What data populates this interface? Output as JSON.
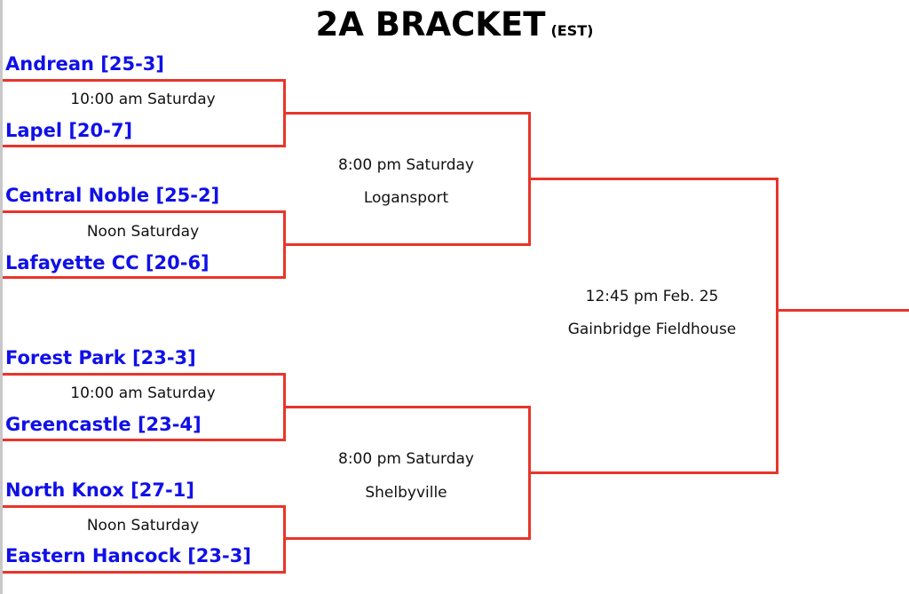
{
  "title": "2A BRACKET",
  "title_note": "(EST)",
  "round1": [
    {
      "team1": "Andrean [25-3]",
      "time": "10:00 am Saturday",
      "team2": "Lapel [20-7]"
    },
    {
      "team1": "Central Noble [25-2]",
      "time": "Noon Saturday",
      "team2": "Lafayette CC [20-6]"
    },
    {
      "team1": "Forest Park [23-3]",
      "time": "10:00 am Saturday",
      "team2": "Greencastle [23-4]"
    },
    {
      "team1": "North Knox [27-1]",
      "time": "Noon Saturday",
      "team2": "Eastern Hancock [23-3]"
    }
  ],
  "round2": [
    {
      "time": "8:00 pm Saturday",
      "location": "Logansport"
    },
    {
      "time": "8:00 pm Saturday",
      "location": "Shelbyville"
    }
  ],
  "final": {
    "time": "12:45 pm Feb. 25",
    "location": "Gainbridge Fieldhouse"
  },
  "colors": {
    "line": "#e8352a",
    "team": "#1010e8"
  }
}
